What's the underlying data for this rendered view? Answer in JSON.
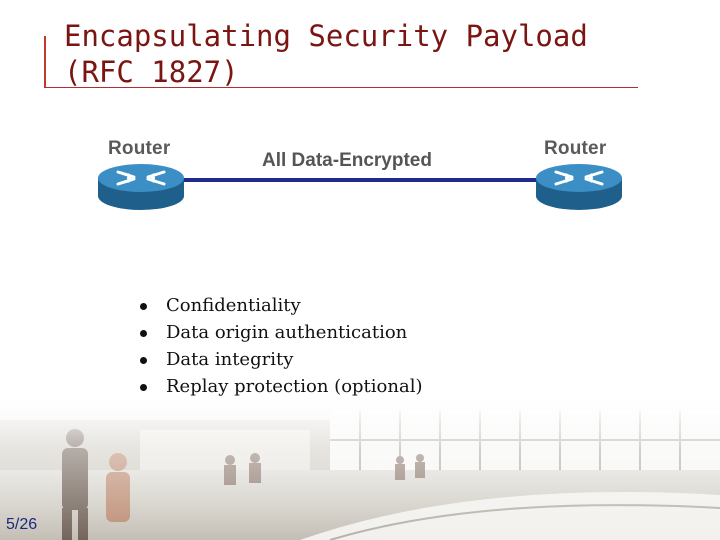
{
  "slide": {
    "title": "Encapsulating Security Payload (RFC 1827)",
    "page_number": "5/26"
  },
  "diagram": {
    "left_router_label": "Router",
    "right_router_label": "Router",
    "link_label": "All Data-Encrypted",
    "router_icon": "router-icon",
    "colors": {
      "link": "#1f2a8f",
      "router": "#2f7fb2",
      "title": "#7a1512"
    }
  },
  "bullets": [
    {
      "text": "Confidentiality"
    },
    {
      "text": "Data origin authentication"
    },
    {
      "text": "Data integrity"
    },
    {
      "text": "Replay protection (optional)"
    }
  ]
}
